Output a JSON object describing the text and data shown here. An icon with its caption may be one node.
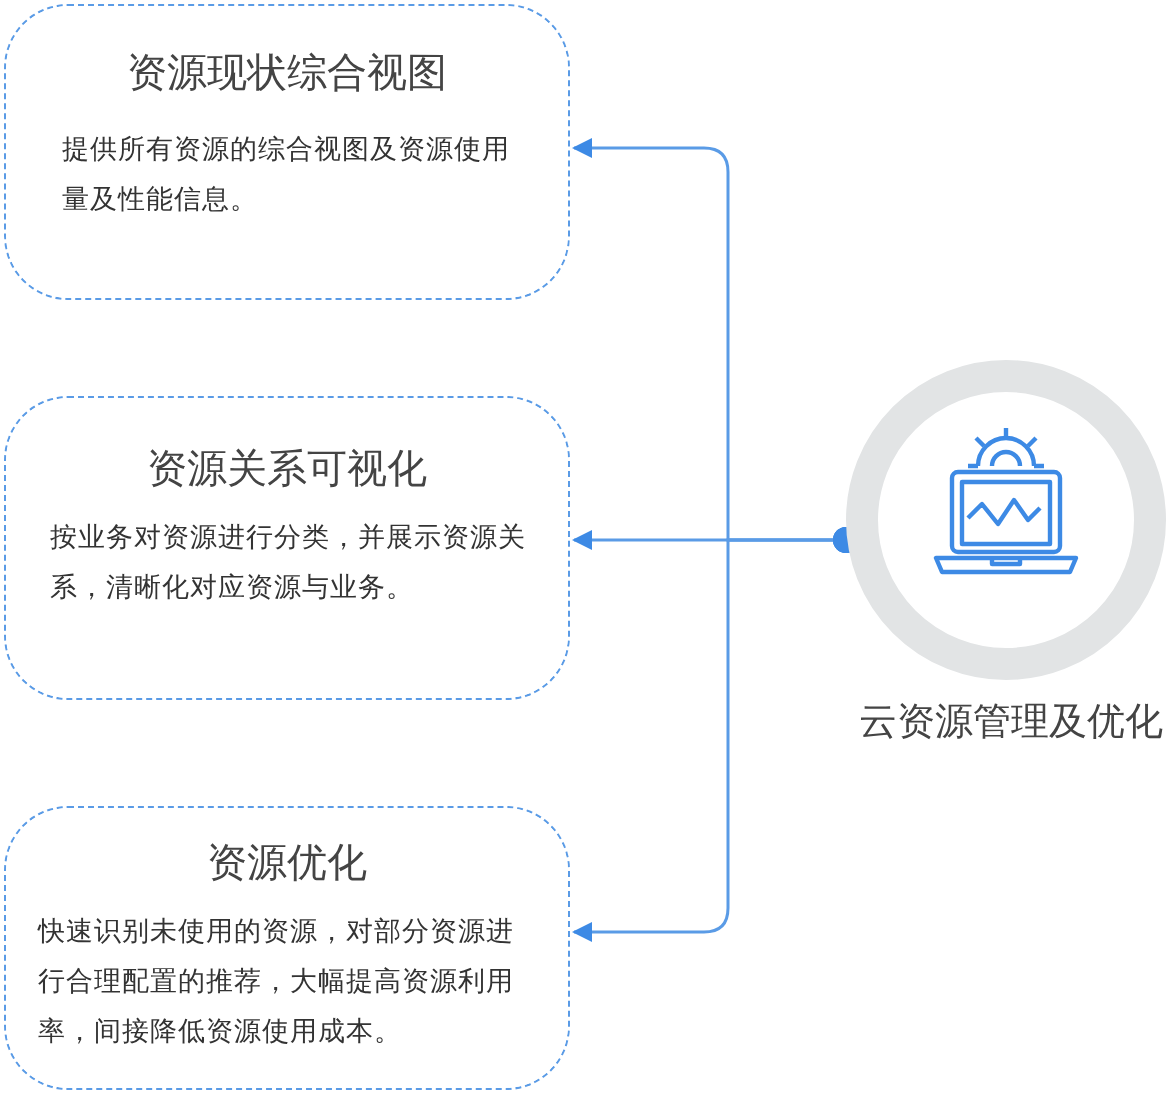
{
  "diagram": {
    "nodes": [
      {
        "text": [
          "资源现状综合视图",
          "提供所有资源的综合视图及资源使用量及性能信息。"
        ]
      },
      {
        "text": [
          "资源关系可视化",
          "按业务对资源进行分类，并展示资源关系，清晰化对应资源与业务。"
        ]
      },
      {
        "text": [
          "资源优化",
          "快速识别未使用的资源，对部分资源进行合理配置的推荐，大幅提高资源利用率，间接降低资源使用成本。"
        ]
      },
      {
        "text": [
          "云资源管理及优化"
        ]
      }
    ],
    "edges": [
      {
        "from": 3,
        "to": 0,
        "arrow": "to"
      },
      {
        "from": 3,
        "to": 1,
        "arrow": "to"
      },
      {
        "from": 3,
        "to": 2,
        "arrow": "to"
      }
    ]
  }
}
